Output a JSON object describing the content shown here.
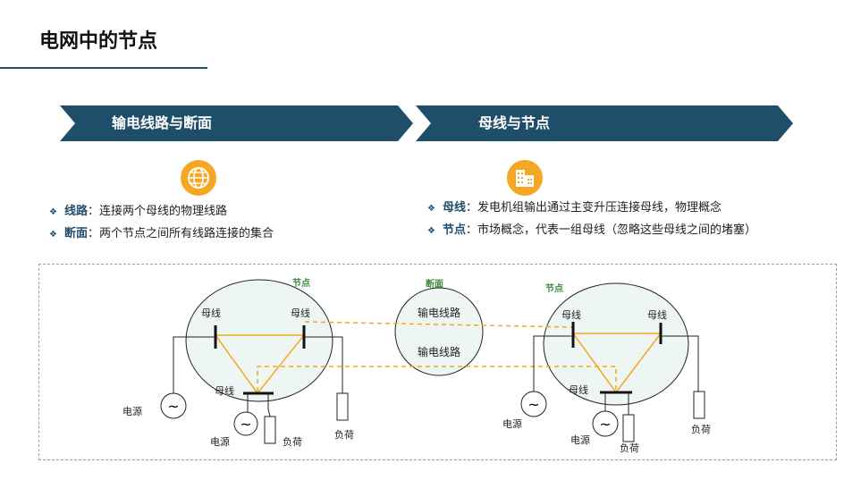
{
  "page": {
    "title": "电网中的节点"
  },
  "left_section": {
    "banner_label": "输电线路与断面",
    "icon": "globe-icon",
    "bullets": [
      {
        "term": "线路",
        "sep": "：",
        "text": "连接两个母线的物理线路"
      },
      {
        "term": "断面",
        "sep": "：",
        "text": "两个节点之间所有线路连接的集合"
      }
    ]
  },
  "right_section": {
    "banner_label": "母线与节点",
    "icon": "building-icon",
    "bullets": [
      {
        "term": "母线",
        "sep": "：",
        "text": "发电机组输出通过主变升压连接母线，物理概念"
      },
      {
        "term": "节点",
        "sep": "：",
        "text": "市场概念，代表一组母线（忽略这些母线之间的堵塞）"
      }
    ]
  },
  "diagram": {
    "left_node_label": "节点",
    "section_label": "断面",
    "right_node_label": "节点",
    "bus_label": "母线",
    "source_label": "电源",
    "load_label": "负荷",
    "line_label": "输电线路",
    "source_symbol": "~"
  },
  "colors": {
    "banner": "#1f4e6b",
    "icon_bg": "#f5a623",
    "line": "#f5a623",
    "node_fill": "#eef6f3",
    "node_label": "#3b8a3e"
  }
}
